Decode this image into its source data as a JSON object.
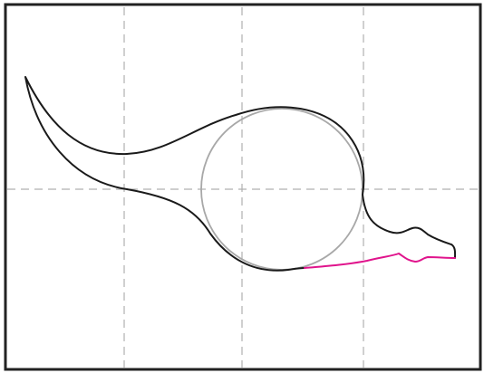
{
  "drawing": {
    "kind": "line-drawing-on-grid",
    "grid": {
      "style": "dashed",
      "color": "#b0b0b0",
      "vertical_lines": 3,
      "horizontal_lines": 1
    },
    "colors": {
      "frame": "#222222",
      "outline": "#1a1a1a",
      "guide_circle": "#a8a8a8",
      "accent_stroke": "#e0148c"
    },
    "shapes": [
      {
        "name": "outer-outline",
        "role": "main body outline"
      },
      {
        "name": "guide-circle",
        "role": "construction circle"
      },
      {
        "name": "accent-stroke",
        "role": "highlighted lower edge"
      }
    ]
  }
}
